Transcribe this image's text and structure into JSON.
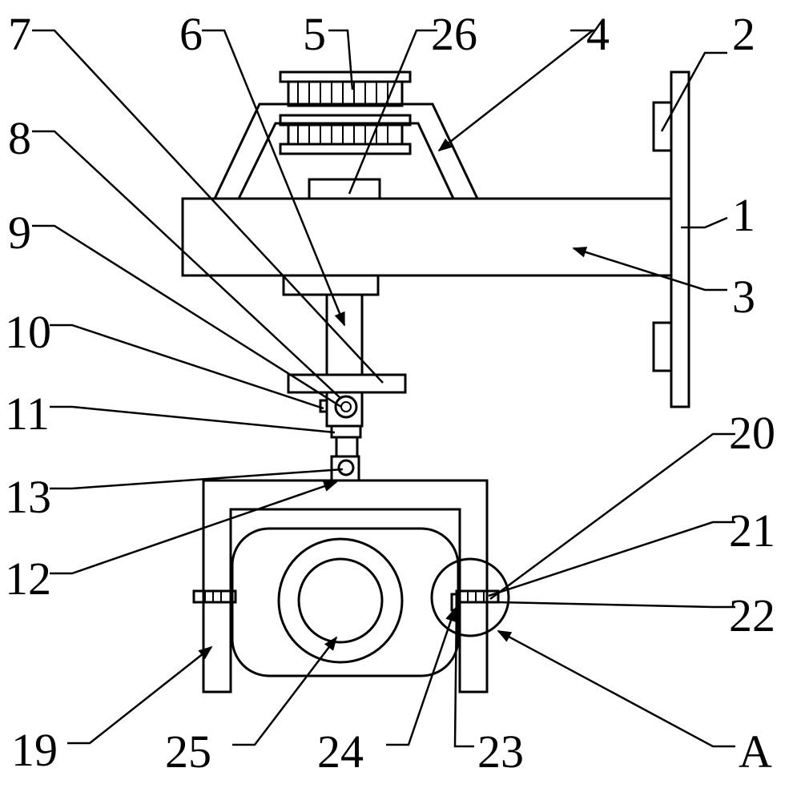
{
  "labels": {
    "l1": "1",
    "l2": "2",
    "l3": "3",
    "l4": "4",
    "l5": "5",
    "l6": "6",
    "l7": "7",
    "l8": "8",
    "l9": "9",
    "l10": "10",
    "l11": "11",
    "l12": "12",
    "l13": "13",
    "l19": "19",
    "l20": "20",
    "l21": "21",
    "l22": "22",
    "l23": "23",
    "l24": "24",
    "l25": "25",
    "l26": "26",
    "lA": "A"
  }
}
